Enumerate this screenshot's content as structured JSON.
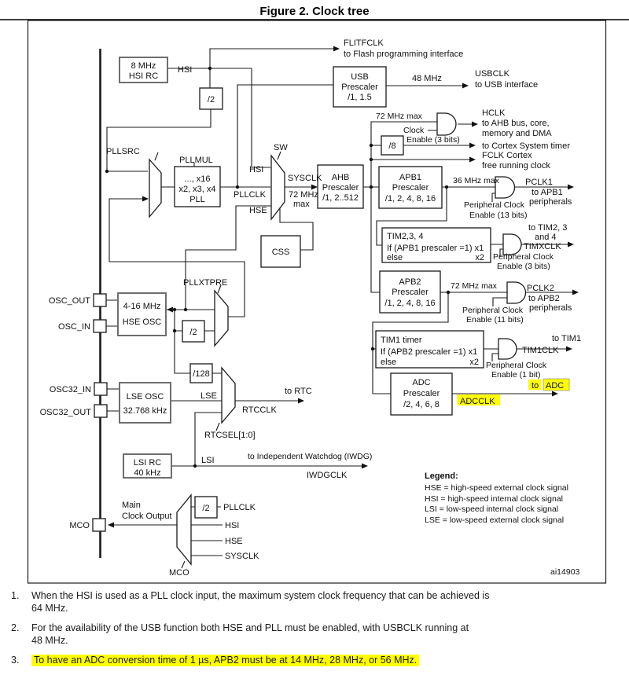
{
  "title": "Figure 2. Clock tree",
  "watermark": "ai14903",
  "colors": {
    "highlight": "#ffff00",
    "line": "#1a1a1a"
  },
  "blocks": {
    "hsi_rc": [
      "8 MHz",
      "HSI RC"
    ],
    "div2_hsi": "/2",
    "pll": [
      "..., x16",
      "x2, x3, x4",
      "PLL"
    ],
    "usb": [
      "USB",
      "Prescaler",
      "/1, 1.5"
    ],
    "ahb": [
      "AHB",
      "Prescaler",
      "/1, 2..512"
    ],
    "div8": "/8",
    "apb1": [
      "APB1",
      "Prescaler",
      "/1, 2, 4, 8, 16"
    ],
    "tim234": [
      "TIM2,3, 4",
      "If (APB1 prescaler =1) x1",
      "else",
      "x2"
    ],
    "apb2": [
      "APB2",
      "Prescaler",
      "/1, 2, 4, 8, 16"
    ],
    "tim1": [
      "TIM1 timer",
      "If (APB2 prescaler =1) x1",
      "else",
      "x2"
    ],
    "adc": [
      "ADC",
      "Prescaler",
      "/2, 4, 6, 8"
    ],
    "css": "CSS",
    "hse_osc": [
      "4-16 MHz",
      "HSE OSC"
    ],
    "div2_hse": "/2",
    "div128": "/128",
    "lse_osc": [
      "LSE OSC",
      "32.768 kHz"
    ],
    "lsi_rc": [
      "LSI RC",
      "40 kHz"
    ],
    "div2_mco": "/2"
  },
  "mux_labels": {
    "pllsrc": "PLLSRC",
    "pllmul": "PLLMUL",
    "sw": "SW",
    "pllxtpre": "PLLXTPRE",
    "rtcsel": "RTCSEL[1:0]",
    "mco": "MCO"
  },
  "pins": {
    "osc_out": "OSC_OUT",
    "osc_in": "OSC_IN",
    "osc32_in": "OSC32_IN",
    "osc32_out": "OSC32_OUT",
    "mco": "MCO"
  },
  "signals": {
    "hsi": "HSI",
    "hse": "HSE",
    "lse": "LSE",
    "lsi": "LSI",
    "pllclk": "PLLCLK",
    "sysclk": "SYSCLK",
    "sysclk_max1": "72 MHz",
    "sysclk_max2": "max",
    "flitfclk": "FLITFCLK",
    "flitf_dest": "to Flash programming interface",
    "mhz48": "48 MHz",
    "usbclk": "USBCLK",
    "usb_dest": "to USB interface",
    "mhz72max": "72 MHz max",
    "clock_en1": "Clock",
    "clock_en2": "Enable (3 bits)",
    "hclk": "HCLK",
    "hclk_dest1": "to AHB bus, core,",
    "hclk_dest2": "memory and DMA",
    "cortex_dest": "to Cortex System timer",
    "fclk1": "FCLK Cortex",
    "fclk2": "free running clock",
    "mhz36max": "36 MHz max",
    "pclk1": "PCLK1",
    "pclk1_dest1": "to APB1",
    "pclk1_dest2": "peripherals",
    "periph_clock": "Peripheral Clock",
    "en13": "Enable (13 bits)",
    "en3": "Enable (3 bits)",
    "en11": "Enable (11 bits)",
    "en1": "Enable (1 bit)",
    "timx_dest1": "to TIM2, 3",
    "timx_dest2": "and 4",
    "timxclk": "TIMXCLK",
    "pclk2": "PCLK2",
    "pclk2_dest1": "to APB2",
    "pclk2_dest2": "peripherals",
    "tim1_dest": "to TIM1",
    "tim1clk": "TIM1CLK",
    "adc_dest1": "to",
    "adc_dest2": "ADC",
    "adcclk": "ADCCLK",
    "rtc_dest": "to RTC",
    "rtcclk": "RTCCLK",
    "iwdg_dest": "to Independent Watchdog (IWDG)",
    "iwdgclk": "IWDGCLK",
    "mco1": "Main",
    "mco2": "Clock Output",
    "mco_pllclk": "PLLCLK",
    "mco_hsi": "HSI",
    "mco_hse": "HSE",
    "mco_sysclk": "SYSCLK"
  },
  "legend": {
    "heading": "Legend:",
    "items": [
      "HSE = high-speed external clock signal",
      "HSI = high-speed internal clock signal",
      "LSI = low-speed internal clock signal",
      "LSE = low-speed external clock signal"
    ]
  },
  "notes": [
    {
      "num": "1.",
      "line1": "When the HSI is used as a PLL clock input, the maximum system clock frequency that can be achieved is",
      "line2": "64 MHz."
    },
    {
      "num": "2.",
      "line1": "For the availability of the USB function both HSE and PLL must be enabled, with USBCLK running at",
      "line2": "48 MHz."
    },
    {
      "num": "3.",
      "line1": "To have an ADC conversion time of 1 µs, APB2 must be at 14 MHz, 28 MHz, or 56 MHz."
    }
  ]
}
